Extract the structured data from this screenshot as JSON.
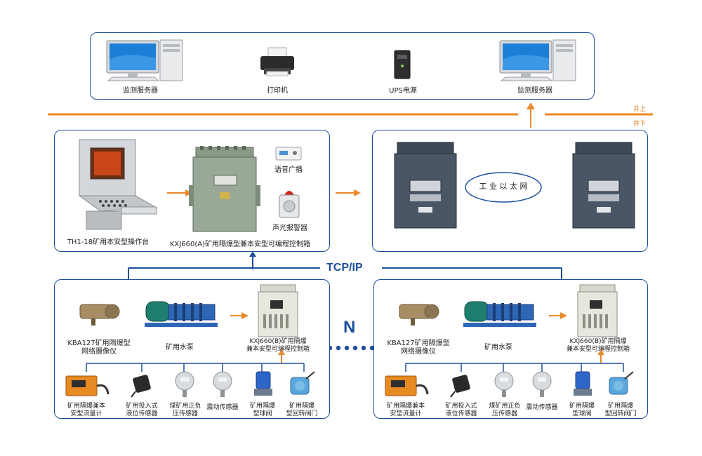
{
  "surface": {
    "items": [
      {
        "name": "monitor-server-left",
        "label": "监测服务器"
      },
      {
        "name": "printer",
        "label": "打印机"
      },
      {
        "name": "ups",
        "label": "UPS电源"
      },
      {
        "name": "monitor-server-right",
        "label": "监测服务器"
      }
    ],
    "above_ground": "井上",
    "below_ground": "井下"
  },
  "control_panel": {
    "console_label": "TH1-18矿用本安型操作台",
    "box_label": "KXJ660(A)矿用隔爆型兼本安型可编程控制箱",
    "voice_label": "语音广播",
    "alarm_label": "声光报警器"
  },
  "ethernet_panel": {
    "ethernet_label": "工 业 以 太 网"
  },
  "network": {
    "tcp_label": "TCP/IP",
    "n_label": "N"
  },
  "station_left": {
    "camera_label": "KBA127矿用隔爆型\n网络摄像仪",
    "pump_label": "矿用水泵",
    "control_label": "KXJ660(B)矿用隔爆\n兼本安型可编程控制箱",
    "sensors": [
      "矿用隔爆兼本\n安型流量计",
      "矿用投入式\n液位传感器",
      "煤矿用正负\n压传感器",
      "震动传感器",
      "矿用隔爆\n型球阀",
      "矿用隔爆\n型回转阀门"
    ]
  },
  "station_right": {
    "camera_label": "KBA127矿用隔爆型\n网络摄像仪",
    "pump_label": "矿用水泵",
    "control_label": "KXJ660(B)矿用隔爆\n兼本安型可编程控制箱",
    "sensors": [
      "矿用隔爆兼本\n安型流量计",
      "矿用投入式\n液位传感器",
      "煤矿用正负\n压传感器",
      "震动传感器",
      "矿用隔爆\n型球阀",
      "矿用隔爆\n型回转阀门"
    ]
  },
  "colors": {
    "panel_border": "#1f4f9c",
    "orange_line": "#e8892a",
    "network_blue": "#1a4f9a"
  }
}
